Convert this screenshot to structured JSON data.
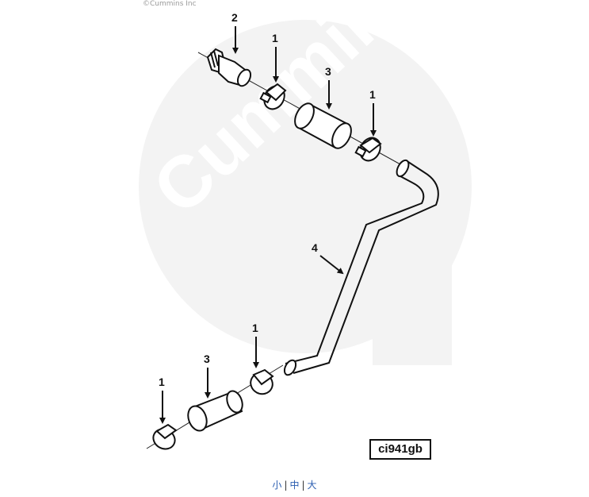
{
  "copyright": "©Cummins Inc",
  "watermark": "Cummins",
  "figure_id": "ci941gb",
  "size_links": [
    "小",
    "中",
    "大"
  ],
  "size_separator": "|",
  "callouts": [
    "2",
    "1",
    "3",
    "1",
    "4",
    "1",
    "3",
    "1"
  ]
}
